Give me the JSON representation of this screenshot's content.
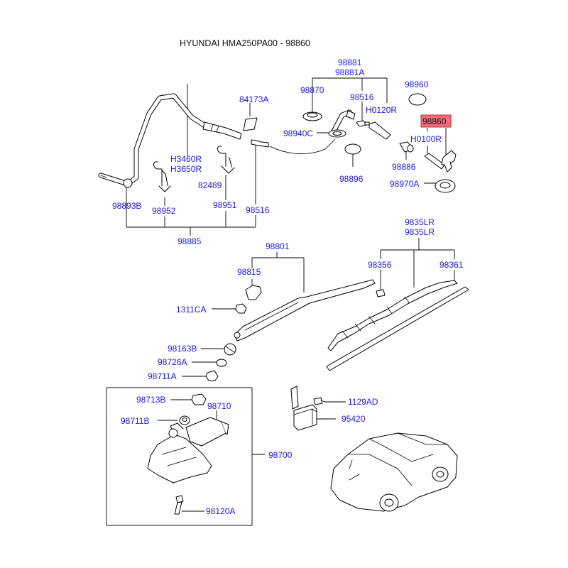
{
  "title": "HYUNDAI HMA250PA00 - 98860",
  "highlight_color": "#f26b7a",
  "label_color": "#1a1aff",
  "labels": {
    "p98881": "98881",
    "p98881A": "98881A",
    "p84173A": "84173A",
    "p98870": "98870",
    "p98516a": "98516",
    "p98960": "98960",
    "p98860": "98860",
    "pH0120R": "H0120R",
    "p98940C": "98940C",
    "pH0100R": "H0100R",
    "pH3460R": "H3460R",
    "pH3650R": "H3650R",
    "p98886": "98886",
    "p98896": "98896",
    "p82489": "82489",
    "p98970A": "98970A",
    "p98893B": "98893B",
    "p98952": "98952",
    "p98951": "98951",
    "p98516b": "98516",
    "p98885": "98885",
    "p9835LRa": "9835LR",
    "p9835LRb": "9835LR",
    "p98801": "98801",
    "p98356": "98356",
    "p98361": "98361",
    "p98815": "98815",
    "p1311CA": "1311CA",
    "p98163B": "98163B",
    "p98726A": "98726A",
    "p98711A": "98711A",
    "p98713B": "98713B",
    "p98710": "98710",
    "p1129AD": "1129AD",
    "p98711B": "98711B",
    "p95420": "95420",
    "p98700": "98700",
    "p98120A": "98120A"
  }
}
